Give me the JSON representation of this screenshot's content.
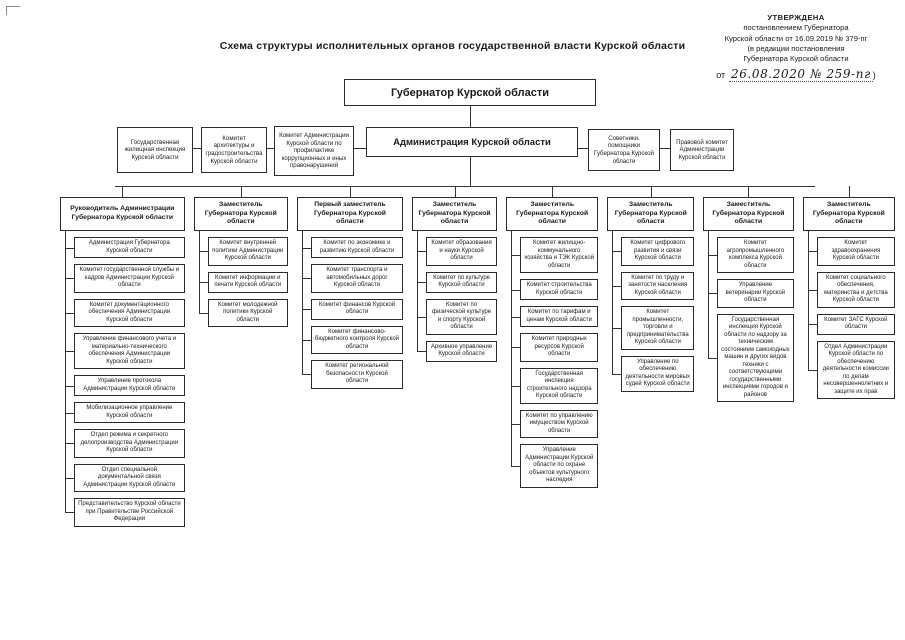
{
  "page": {
    "title": "Схема структуры исполнительных органов государственной власти Курской области"
  },
  "approval": {
    "approved_label": "УТВЕРЖДЕНА",
    "decree_line1": "постановлением Губернатора",
    "decree_line2": "Курской области от 16.09.2019 № 379-пг",
    "revision_line1": "(в редакции постановления",
    "revision_line2": "Губернатора Курской области",
    "hand_prefix": "от",
    "hand_value": "26.08.2020 № 259-пг",
    "hand_suffix": ")"
  },
  "governor": {
    "label": "Губернатор Курской области"
  },
  "administration": {
    "label": "Администрация Курской области"
  },
  "side_units": {
    "left": [
      "Государственная жилищная инспекция Курской области",
      "Комитет архитектуры и градостроительства Курской области",
      "Комитет Администрации Курской области по профилактике коррупционных и иных правонарушений"
    ],
    "right": [
      "Советники, помощники Губернатора Курской области",
      "Правовой комитет Администрации Курской области"
    ]
  },
  "columns": [
    {
      "head": "Руководитель Администрации Губернатора Курской области",
      "children": [
        "Администрация Губернатора Курской области",
        "Комитет государственной службы и кадров Администрации Курской области",
        "Комитет документационного обеспечения Администрации Курской области",
        "Управление финансового учета и материально-технического обеспечения Администрации Курской области",
        "Управление протокола Администрации Курской области",
        "Мобилизационное управление Курской области",
        "Отдел режима и секретного делопроизводства Администрации Курской области",
        "Отдел специальной документальной связи Администрации Курской области",
        "Представительство Курской области при Правительстве Российской Федерации"
      ]
    },
    {
      "head": "Заместитель Губернатора Курской области",
      "children": [
        "Комитет внутренней политики Администрации Курской области",
        "Комитет информации и печати Курской области",
        "Комитет молодежной политики Курской области"
      ]
    },
    {
      "head": "Первый заместитель Губернатора Курской области",
      "children": [
        "Комитет по экономике и развитию Курской области",
        "Комитет транспорта и автомобильных дорог Курской области",
        "Комитет финансов Курской области",
        "Комитет финансово-бюджетного контроля Курской области",
        "Комитет региональной безопасности Курской области"
      ]
    },
    {
      "head": "Заместитель Губернатора Курской области",
      "children": [
        "Комитет образования и науки Курской области",
        "Комитет по культуре Курской области",
        "Комитет по физической культуре и спорту Курской области",
        "Архивное управление Курской области"
      ]
    },
    {
      "head": "Заместитель Губернатора Курской области",
      "children": [
        "Комитет жилищно-коммунального хозяйства и ТЭК Курской области",
        "Комитет строительства Курской области",
        "Комитет по тарифам и ценам Курской области",
        "Комитет природных ресурсов Курской области",
        "Государственная инспекция строительного надзора Курской области",
        "Комитет по управлению имуществом Курской области",
        "Управление Администрации Курской области по охране объектов культурного наследия"
      ]
    },
    {
      "head": "Заместитель Губернатора Курской области",
      "children": [
        "Комитет цифрового развития и связи Курской области",
        "Комитет по труду и занятости населения Курской области",
        "Комитет промышленности, торговли и предпринимательства Курской области",
        "Управление по обеспечению деятельности мировых судей Курской области"
      ]
    },
    {
      "head": "Заместитель Губернатора Курской области",
      "children": [
        "Комитет агропромышленного комплекса Курской области",
        "Управление ветеринарии Курской области",
        "Государственная инспекция Курской области по надзору за техническим состоянием самоходных машин и других видов техники с соответствующими государственными инспекциями городов и районов"
      ]
    },
    {
      "head": "Заместитель Губернатора Курской области",
      "children": [
        "Комитет здравоохранения Курской области",
        "Комитет социального обеспечения, материнства и детства Курской области",
        "Комитет ЗАГС Курской области",
        "Отдел Администрации Курской области по обеспечению деятельности комиссии по делам несовершеннолетних и защите их прав"
      ]
    }
  ],
  "colors": {
    "line": "#333333",
    "box_border": "#2b2b2b",
    "text": "#1a1a1a"
  }
}
